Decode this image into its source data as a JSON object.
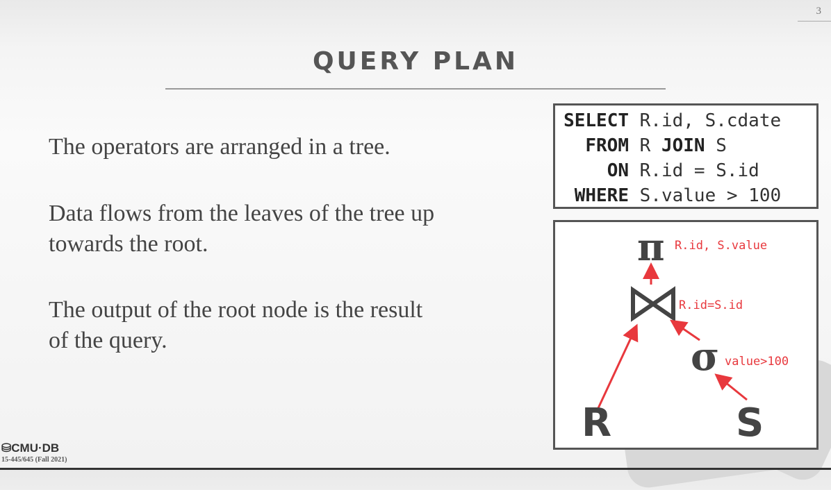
{
  "slide": {
    "page_number": "3",
    "title": "QUERY PLAN",
    "bullets": [
      "The operators are arranged in a tree.",
      "Data flows from the leaves of the tree up towards the root.",
      "The output of the root node is the result of the query."
    ]
  },
  "sql": {
    "select_kw": "SELECT",
    "select_rest": " R.id, S.cdate",
    "from_kw": "FROM",
    "from_r": " R ",
    "join_kw": "JOIN",
    "from_s": " S",
    "on_kw": "ON",
    "on_rest": " R.id = S.id",
    "where_kw": "WHERE",
    "where_rest": " S.value > 100"
  },
  "tree": {
    "projection_symbol": "π",
    "projection_label": "R.id, S.value",
    "join_label": "R.id=S.id",
    "selection_symbol": "σ",
    "selection_label": "value>100",
    "leaf_r": "R",
    "leaf_s": "S",
    "arrow_color": "#e8383d",
    "symbol_color": "#444444"
  },
  "footer": {
    "logo": "CMU·DB",
    "course": "15-445/645 (Fall 2021)"
  }
}
